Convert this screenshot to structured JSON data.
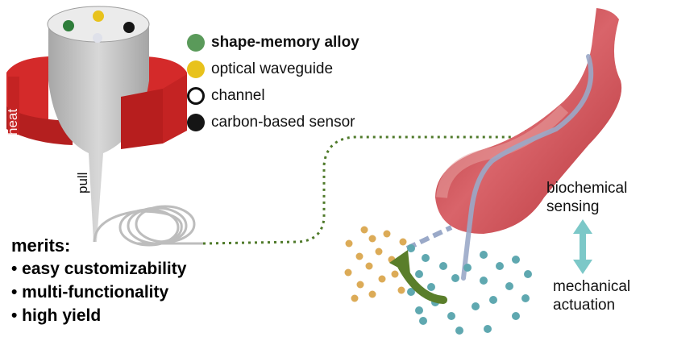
{
  "legend": [
    {
      "label": "shape-memory alloy",
      "color": "#5a9a5a",
      "bold": true
    },
    {
      "label": "optical waveguide",
      "color": "#e8c21c",
      "bold": false
    },
    {
      "label": "channel",
      "color": "#ffffff",
      "bold": false
    },
    {
      "label": "carbon-based sensor",
      "color": "#151515",
      "bold": false
    }
  ],
  "labels": {
    "heat": "heat",
    "pull": "pull",
    "sensing_line1": "biochemical",
    "sensing_line2": "sensing",
    "actuation_line1": "mechanical",
    "actuation_line2": "actuation"
  },
  "merits": {
    "title": "merits:",
    "items": [
      "• easy customizability",
      "• multi-functionality",
      "• high yield"
    ]
  },
  "colors": {
    "preform": "#c9c9c9",
    "heater": "#d42a2a",
    "vessel": "#c8444c",
    "vessel_inner": "#e8a1a1",
    "fiber": "#9aa9c8",
    "dotted_path": "#4f7a2a",
    "arrow_green": "#5a7e2a",
    "particle_orange": "#d69c3a",
    "particle_teal": "#5fa8b0",
    "double_arrow": "#7cc8c8"
  }
}
